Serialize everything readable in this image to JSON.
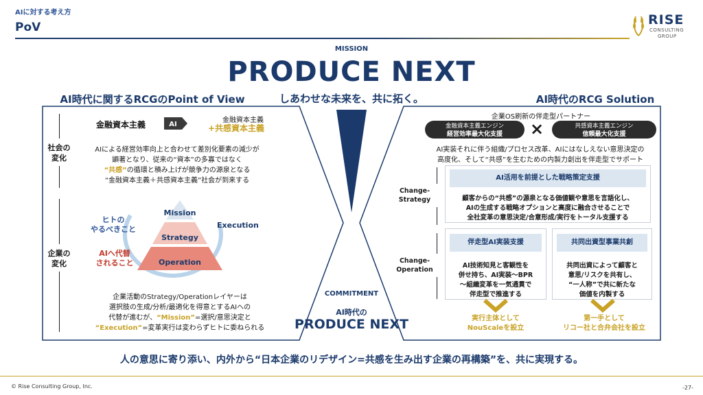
{
  "header": {
    "section": "AIに対する考え方",
    "title": "PoV"
  },
  "logo": {
    "name": "RISE",
    "sub1": "CONSULTING",
    "sub2": "GROUP"
  },
  "center": {
    "mission_label": "MISSION",
    "mission_title": "PRODUCE NEXT",
    "tagline": "しあわせな未来を、共に拓く。",
    "commitment_label": "COMMITMENT",
    "commitment_sub": "AI時代の",
    "commitment_title": "PRODUCE NEXT"
  },
  "left": {
    "heading": "AI時代に関するRCGのPoint of View",
    "society_label": "社会の\n変化",
    "company_label": "企業の\n変化",
    "financial_left": "金融資本主義",
    "ai_badge": "AI",
    "financial_right_1": "金融資本主義",
    "financial_right_2": "+共感資本主義",
    "society_text": [
      "AIによる経営効率向上と合わせて差別化要素の減少が",
      "顕著となり、従来の“資本”の多寡ではなく",
      "“共感”の循環と積み上げが競争力の源泉となる",
      "“金融資本主義＋共感資本主義”社会が到来する"
    ],
    "society_highlight": "“共感”",
    "pyramid": {
      "top": "Mission",
      "middle": "Strategy",
      "bottom": "Operation",
      "execution": "Execution",
      "human_label": "ヒトの\nやるべきこと",
      "ai_label": "AIへ代替\nされること"
    },
    "company_text_lines": [
      "企業活動のStrategy/Operationレイヤーは",
      "選択肢の生成/分析/最適化を得意とするAIへの"
    ],
    "company_text_line3_pre": "代替が進むが、",
    "company_text_line3_hl": "“Mission”",
    "company_text_line3_post": "=選択/意思決定と",
    "company_text_line4_hl": "“Execution”",
    "company_text_line4_post": "=変革実行は変わらずヒトに委ねられる"
  },
  "right": {
    "heading": "AI時代のRCG Solution",
    "partner_label": "企業OS刷新の伴走型パートナー",
    "pill_left_1": "金融資本主義エンジン",
    "pill_left_2": "経営効率最大化支援",
    "pill_right_1": "共感資本主義エンジン",
    "pill_right_2": "信頼最大化支援",
    "times": "×",
    "intro_1": "AI実装それに伴う組織/プロセス改革、AIにはなしえない意思決定の",
    "intro_2": "高度化、そして“共感”を生むための内製力創出を伴走型でサポート",
    "change_strategy": "Change-\nStrategy",
    "change_operation": "Change-\nOperation",
    "card1_head": "AI活用を前提とした戦略策定支援",
    "card1_text_1": "顧客からの“共感”の源泉となる価値観や意思を言語化し、",
    "card1_text_2": "AIの生成する戦略オプションと高度に融合させることで",
    "card1_text_3": "全社変革の意思決定/合意形成/実行をトータル支援する",
    "card2_head": "伴走型AI実装支援",
    "card2_text": "AI技術知見と客観性を\n併せ持ち、AI実装～BPR\n～組織変革を一気通貫で\n伴走型で推進する",
    "card3_head": "共同出資型事業共創",
    "card3_text": "共同出資によって顧客と\n意思/リスクを共有し、\n“一人称”で共に新たな\n価値を内製する",
    "result1": "実行主体として\nNouScaleを設立",
    "result2": "第一手として\nリコー社と合弁会社を設立"
  },
  "footer": {
    "message": "人の意思に寄り添い、内外から“日本企業のリデザイン=共感を生み出す企業の再構築”を、共に実現する。",
    "copyright": "© Rise Consulting Group, Inc.",
    "page": "-27-"
  },
  "colors": {
    "navy": "#1b3a6b",
    "gold": "#c9a227",
    "light_blue": "#dbe6f1",
    "pyramid_red": "#e8887a",
    "pyramid_light": "#f4c5bd"
  }
}
